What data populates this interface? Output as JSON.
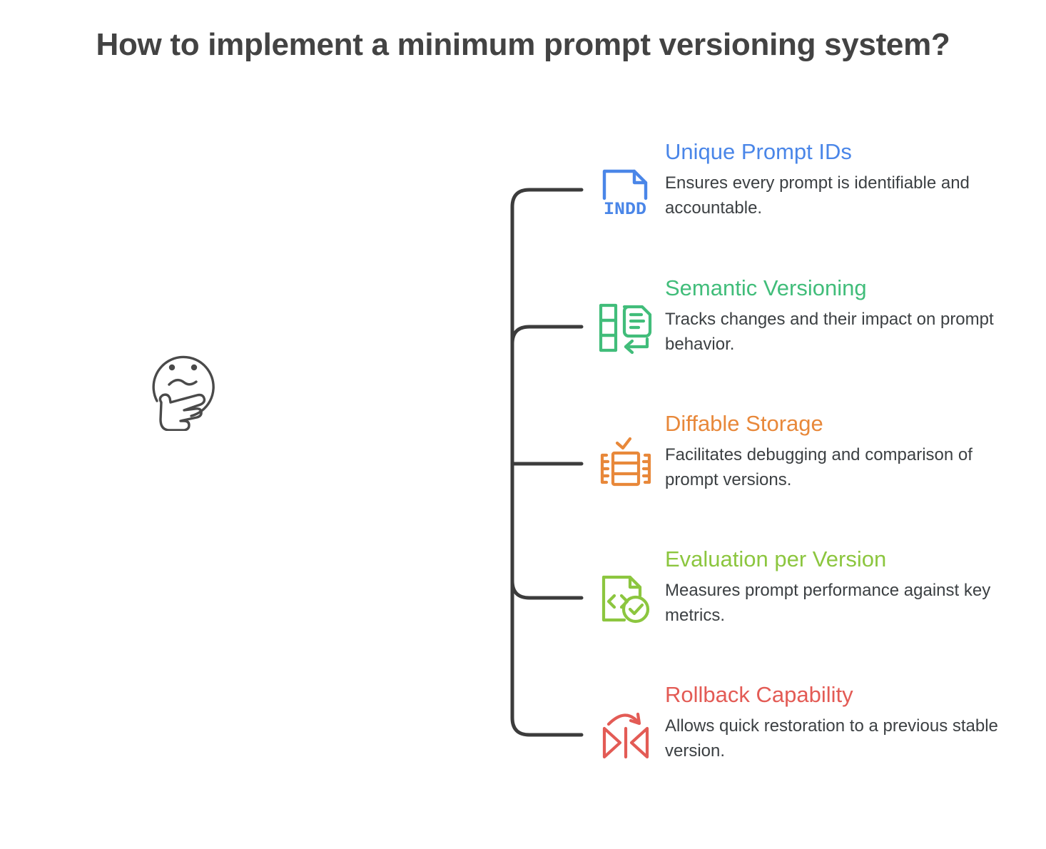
{
  "title": "How to implement a minimum prompt versioning system?",
  "center": {
    "icon": "thinking-face-emoji"
  },
  "colors": {
    "title": "#434343",
    "body_text": "#3c4043",
    "connector_dark": "#3c3c3c",
    "connector_light": "#a8a8a8",
    "blue": "#4a86e8",
    "green": "#41bd7a",
    "orange": "#e8883a",
    "olive": "#8cc63f",
    "red": "#e35b55"
  },
  "branches": [
    {
      "heading": "Unique Prompt IDs",
      "description": "Ensures every prompt is identifiable and accountable.",
      "icon": "file-indd-icon",
      "icon_label": "INDD",
      "color": "#4a86e8"
    },
    {
      "heading": "Semantic Versioning",
      "description": "Tracks changes and their impact on prompt behavior.",
      "icon": "version-document-return-icon",
      "icon_label": "",
      "color": "#41bd7a"
    },
    {
      "heading": "Diffable Storage",
      "description": "Facilitates debugging and comparison of prompt versions.",
      "icon": "filmstrip-check-icon",
      "icon_label": "",
      "color": "#e8883a"
    },
    {
      "heading": "Evaluation per Version",
      "description": "Measures prompt performance against key metrics.",
      "icon": "code-document-check-icon",
      "icon_label": "",
      "color": "#8cc63f"
    },
    {
      "heading": "Rollback Capability",
      "description": "Allows quick restoration to a previous stable version.",
      "icon": "rollback-arrows-icon",
      "icon_label": "",
      "color": "#e35b55"
    }
  ]
}
